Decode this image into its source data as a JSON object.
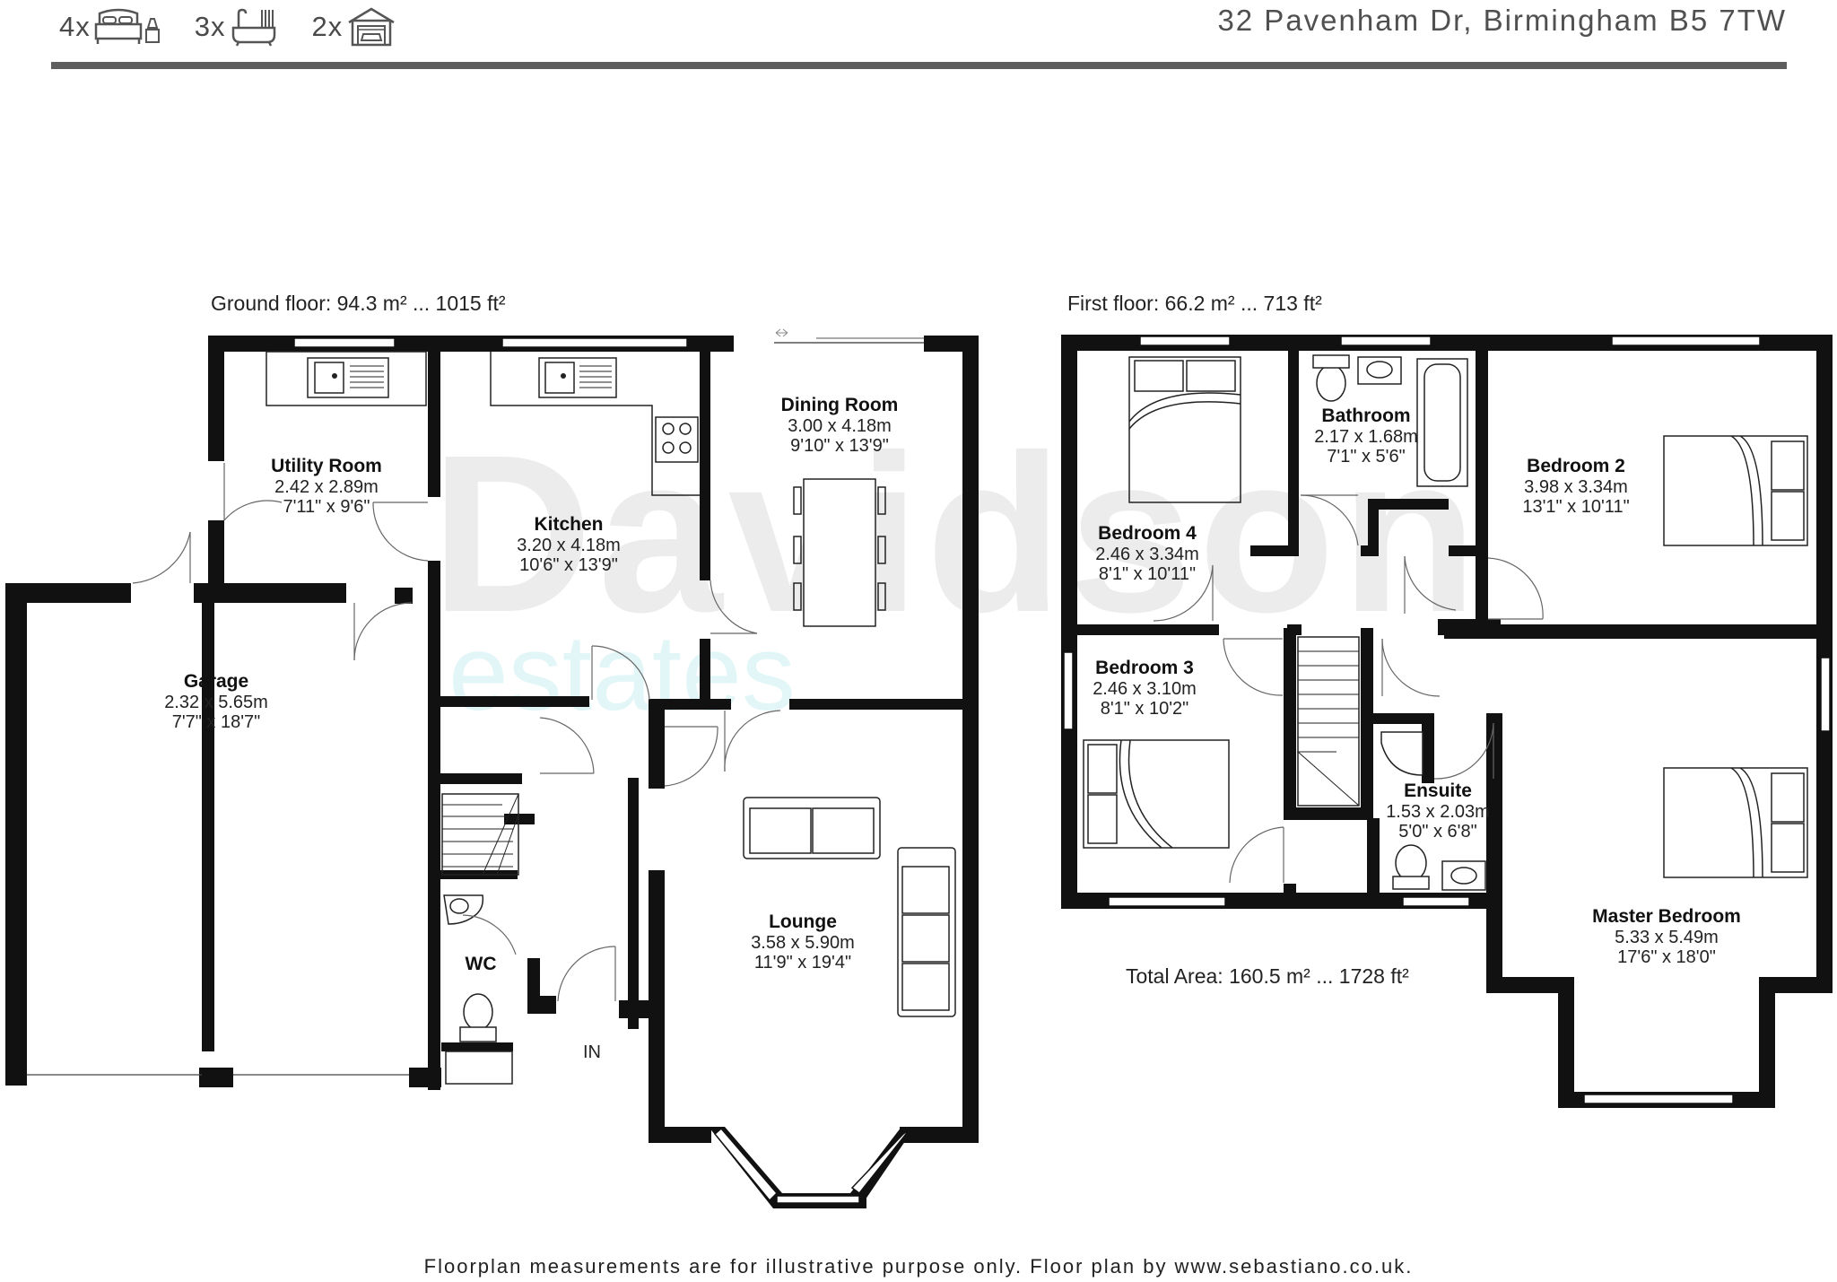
{
  "header": {
    "features": [
      {
        "count": "4x",
        "icon": "bed-icon"
      },
      {
        "count": "3x",
        "icon": "bath-icon"
      },
      {
        "count": "2x",
        "icon": "garage-icon"
      }
    ],
    "address": "32 Pavenham Dr, Birmingham B5 7TW"
  },
  "watermark": {
    "brand": "Davidson",
    "sub": "estates"
  },
  "ground_floor": {
    "label": "Ground floor: 94.3 m² ... 1015 ft²",
    "rooms": [
      {
        "name": "Utility Room",
        "metric": "2.42 x 2.89m",
        "imperial": "7'11\" x 9'6\""
      },
      {
        "name": "Kitchen",
        "metric": "3.20 x 4.18m",
        "imperial": "10'6\" x 13'9\""
      },
      {
        "name": "Dining Room",
        "metric": "3.00 x 4.18m",
        "imperial": "9'10\" x 13'9\""
      },
      {
        "name": "Garage",
        "metric": "2.32 x 5.65m",
        "imperial": "7'7\" x 18'7\""
      },
      {
        "name": "Lounge",
        "metric": "3.58 x 5.90m",
        "imperial": "11'9\" x 19'4\""
      },
      {
        "name": "WC",
        "metric": "",
        "imperial": ""
      }
    ],
    "entrance_label": "IN"
  },
  "first_floor": {
    "label": "First floor: 66.2 m² ... 713 ft²",
    "rooms": [
      {
        "name": "Bathroom",
        "metric": "2.17 x 1.68m",
        "imperial": "7'1\" x 5'6\""
      },
      {
        "name": "Bedroom 4",
        "metric": "2.46 x 3.34m",
        "imperial": "8'1\" x 10'11\""
      },
      {
        "name": "Bedroom 2",
        "metric": "3.98 x 3.34m",
        "imperial": "13'1\" x 10'11\""
      },
      {
        "name": "Bedroom 3",
        "metric": "2.46 x 3.10m",
        "imperial": "8'1\" x 10'2\""
      },
      {
        "name": "Ensuite",
        "metric": "1.53 x 2.03m",
        "imperial": "5'0\" x 6'8\""
      },
      {
        "name": "Master Bedroom",
        "metric": "5.33 x 5.49m",
        "imperial": "17'6\" x 18'0\""
      }
    ]
  },
  "total_area": "Total Area: 160.5 m² ... 1728 ft²",
  "footer": "Floorplan measurements are for illustrative purpose only. Floor plan by www.sebastiano.co.uk."
}
